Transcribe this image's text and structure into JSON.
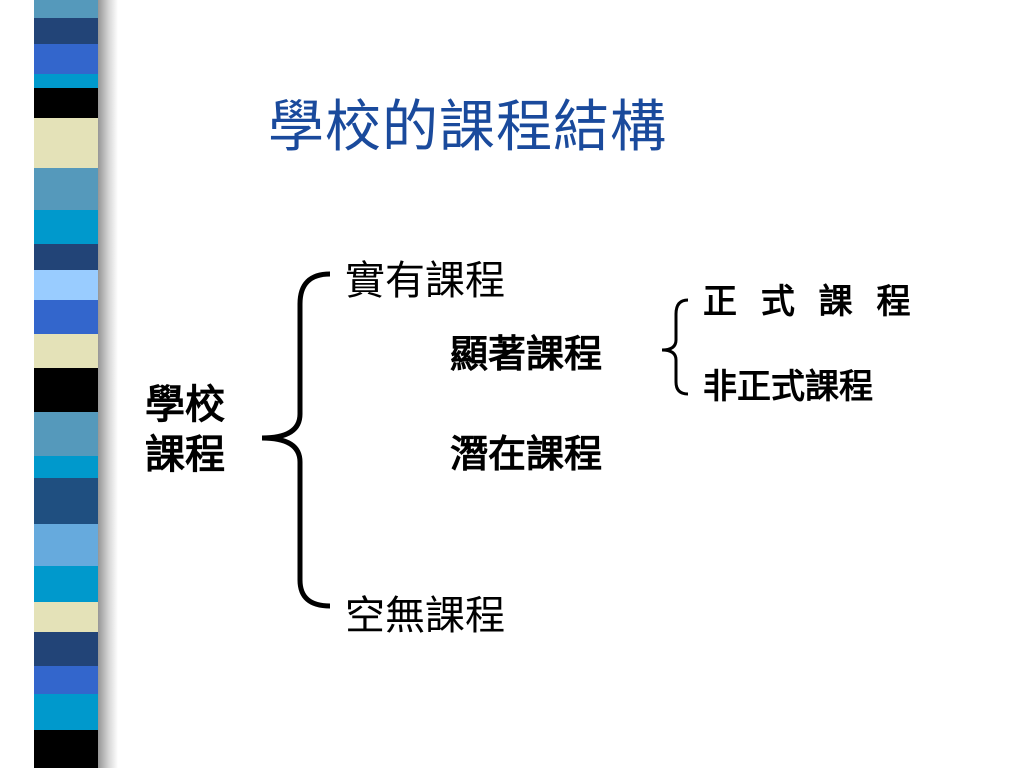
{
  "title": "學校的課程結構",
  "root": "學校課程",
  "branches": {
    "actual": "實有課程",
    "overt": "顯著課程",
    "hidden": "潛在課程",
    "null": "空無課程"
  },
  "sub_branches": {
    "formal": "正 式 課 程",
    "informal": "非正式課程"
  },
  "colors": {
    "title": "#1a4a9c",
    "stripe": [
      "#5599bb",
      "#224477",
      "#3366cc",
      "#000000",
      "#e4e2b8",
      "#66aadd",
      "#1f4f80",
      "#99ccff",
      "#0099cc"
    ]
  }
}
